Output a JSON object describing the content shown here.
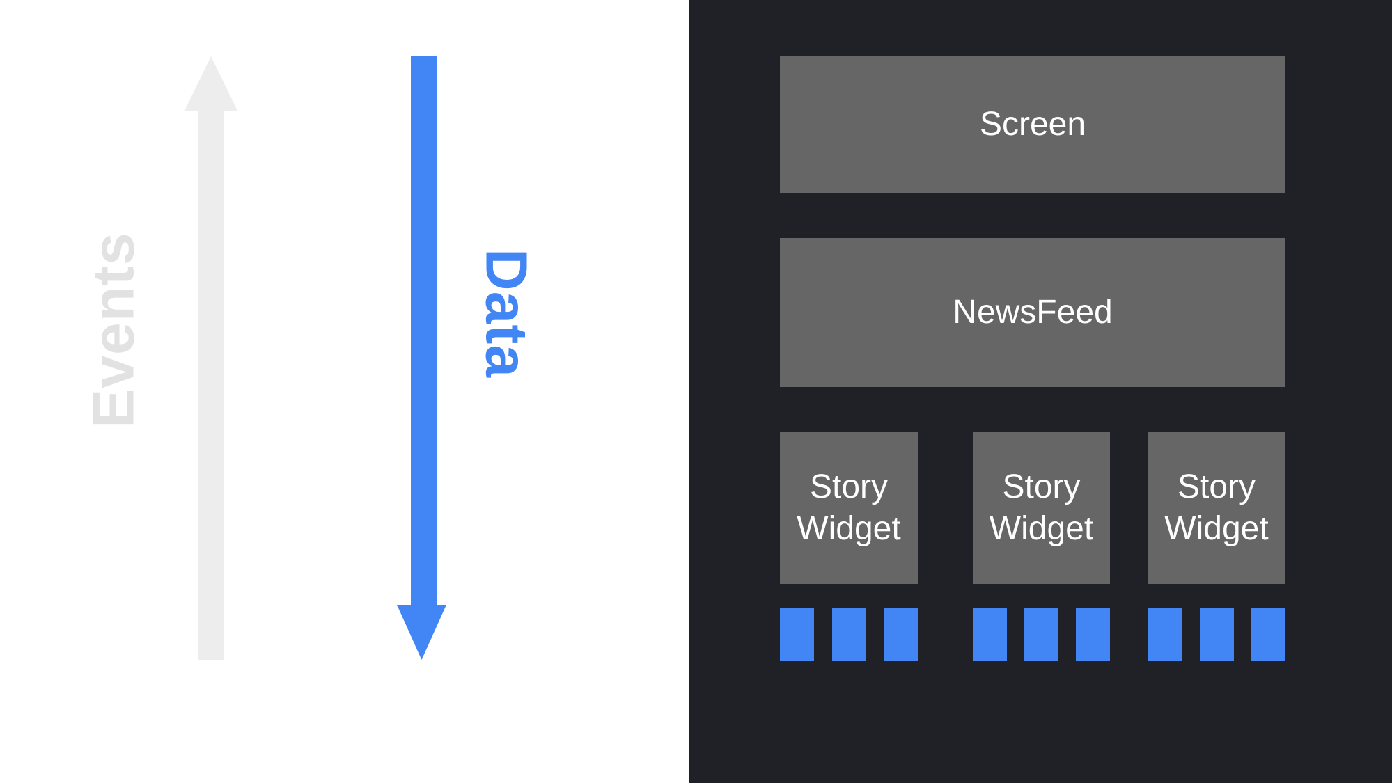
{
  "slide": {
    "flow": {
      "events_label": "Events",
      "data_label": "Data"
    },
    "tree": {
      "screen_label": "Screen",
      "newsfeed_label": "NewsFeed",
      "story_widgets": [
        {
          "lines": [
            "Story",
            "Widget"
          ],
          "blocks": 3
        },
        {
          "lines": [
            "Story",
            "Widget"
          ],
          "blocks": 3
        },
        {
          "lines": [
            "Story",
            "Widget"
          ],
          "blocks": 3
        }
      ]
    },
    "colors": {
      "background-left": "#ffffff",
      "panel-dark": "#1f2126",
      "box-gray": "#666666",
      "box-text": "#ffffff",
      "accent-blue": "#4285f4",
      "arrow-gray": "#ededed",
      "events-text": "#e2e2e2"
    }
  }
}
